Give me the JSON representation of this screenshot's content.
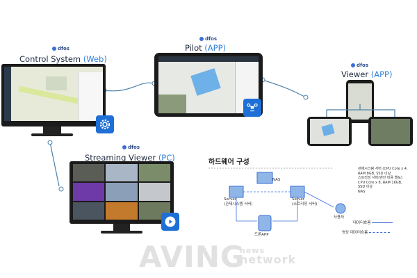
{
  "brand": {
    "logo_text": "dfos"
  },
  "control": {
    "title_main": "Control System",
    "title_accent": "(Web)"
  },
  "pilot": {
    "title_main": "Pilot",
    "title_accent": "(APP)"
  },
  "viewer": {
    "title_main": "Viewer",
    "title_accent": "(APP)"
  },
  "streaming": {
    "title_main": "Streaming Viewer",
    "title_accent": "(PC)"
  },
  "hardware": {
    "title": "하드웨어 구성",
    "nas_label": "NAS",
    "server1_line1": "Server",
    "server1_line2": "(관제시스템 서버)",
    "server2_line1": "Server",
    "server2_line2": "(스트리밍 서버)",
    "drone_label": "드론APP",
    "user_label": "사용자",
    "specs": [
      "관제시스템 서버 (CPU Core x 4,",
      "RAM 8GB, SSD 이상",
      "스트리밍 서버(엔진 비용 별도)",
      "CPU Core x 8, RAM 16GB,",
      "SSD 이상",
      "NAS"
    ],
    "legend_data": "데이터흐름",
    "legend_video": "영상 데이터흐름"
  },
  "watermark": {
    "main": "AVING",
    "sup": "news",
    "sub": "network"
  },
  "colors": {
    "accent": "#2e7fd8",
    "badge": "#1e6fd6",
    "connector": "#4a7fa8"
  }
}
